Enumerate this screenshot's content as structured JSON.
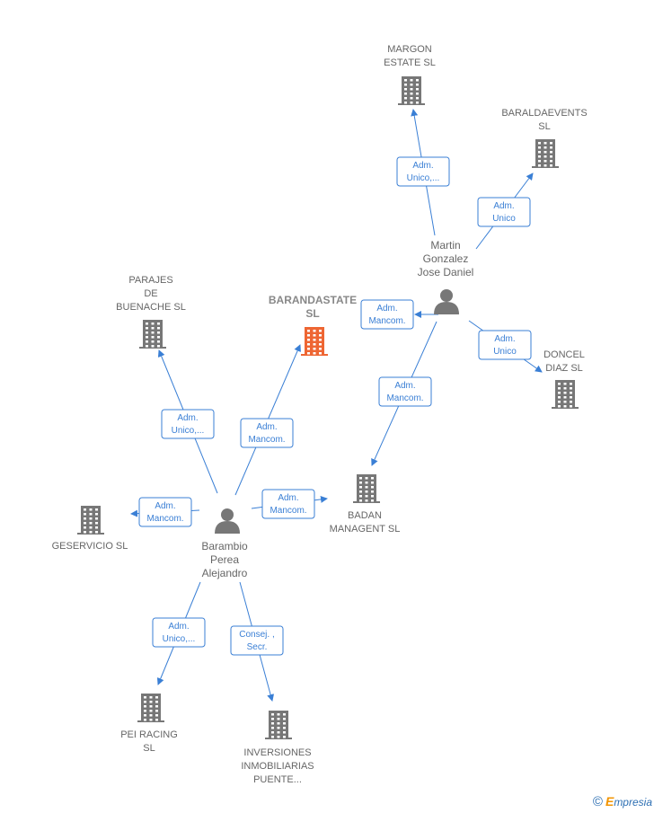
{
  "colors": {
    "edge": "#3a7fd5",
    "building": "#777777",
    "building_highlight": "#ee6633",
    "person": "#777777",
    "label": "#666666"
  },
  "nodes": [
    {
      "id": "barandastate",
      "type": "company",
      "highlight": true,
      "lines": [
        "BARANDASTATE",
        "SL"
      ]
    },
    {
      "id": "margon",
      "type": "company",
      "lines": [
        "MARGON",
        "ESTATE  SL"
      ]
    },
    {
      "id": "baraldaevents",
      "type": "company",
      "lines": [
        "BARALDAEVENTS",
        "SL"
      ]
    },
    {
      "id": "parajes",
      "type": "company",
      "lines": [
        "PARAJES",
        "DE",
        "BUENACHE  SL"
      ]
    },
    {
      "id": "doncel",
      "type": "company",
      "lines": [
        "DONCEL",
        "DIAZ SL"
      ]
    },
    {
      "id": "badan",
      "type": "company",
      "lines": [
        "BADAN",
        "MANAGENT  SL"
      ]
    },
    {
      "id": "geservicio",
      "type": "company",
      "lines": [
        "GESERVICIO SL"
      ]
    },
    {
      "id": "peiracing",
      "type": "company",
      "lines": [
        "PEI RACING",
        "SL"
      ]
    },
    {
      "id": "inversiones",
      "type": "company",
      "lines": [
        "INVERSIONES",
        "INMOBILIARIAS",
        "PUENTE..."
      ]
    },
    {
      "id": "martin",
      "type": "person",
      "lines": [
        "Martin",
        "Gonzalez",
        "Jose Daniel"
      ]
    },
    {
      "id": "barambio",
      "type": "person",
      "lines": [
        "Barambio",
        "Perea",
        "Alejandro"
      ]
    }
  ],
  "edges": [
    {
      "from": "martin",
      "to": "margon",
      "lines": [
        "Adm.",
        "Unico,..."
      ]
    },
    {
      "from": "martin",
      "to": "baraldaevents",
      "lines": [
        "Adm.",
        "Unico"
      ]
    },
    {
      "from": "martin",
      "to": "barandastate",
      "lines": [
        "Adm.",
        "Mancom."
      ]
    },
    {
      "from": "martin",
      "to": "doncel",
      "lines": [
        "Adm.",
        "Unico"
      ]
    },
    {
      "from": "martin",
      "to": "badan",
      "lines": [
        "Adm.",
        "Mancom."
      ]
    },
    {
      "from": "barambio",
      "to": "parajes",
      "lines": [
        "Adm.",
        "Unico,..."
      ]
    },
    {
      "from": "barambio",
      "to": "barandastate",
      "lines": [
        "Adm.",
        "Mancom."
      ]
    },
    {
      "from": "barambio",
      "to": "geservicio",
      "lines": [
        "Adm.",
        "Mancom."
      ]
    },
    {
      "from": "barambio",
      "to": "badan",
      "lines": [
        "Adm.",
        "Mancom."
      ]
    },
    {
      "from": "barambio",
      "to": "peiracing",
      "lines": [
        "Adm.",
        "Unico,..."
      ]
    },
    {
      "from": "barambio",
      "to": "inversiones",
      "lines": [
        "Consej. ,",
        "Secr."
      ]
    }
  ],
  "brand": {
    "symbol": "©",
    "initial": "E",
    "rest": "mpresia"
  }
}
